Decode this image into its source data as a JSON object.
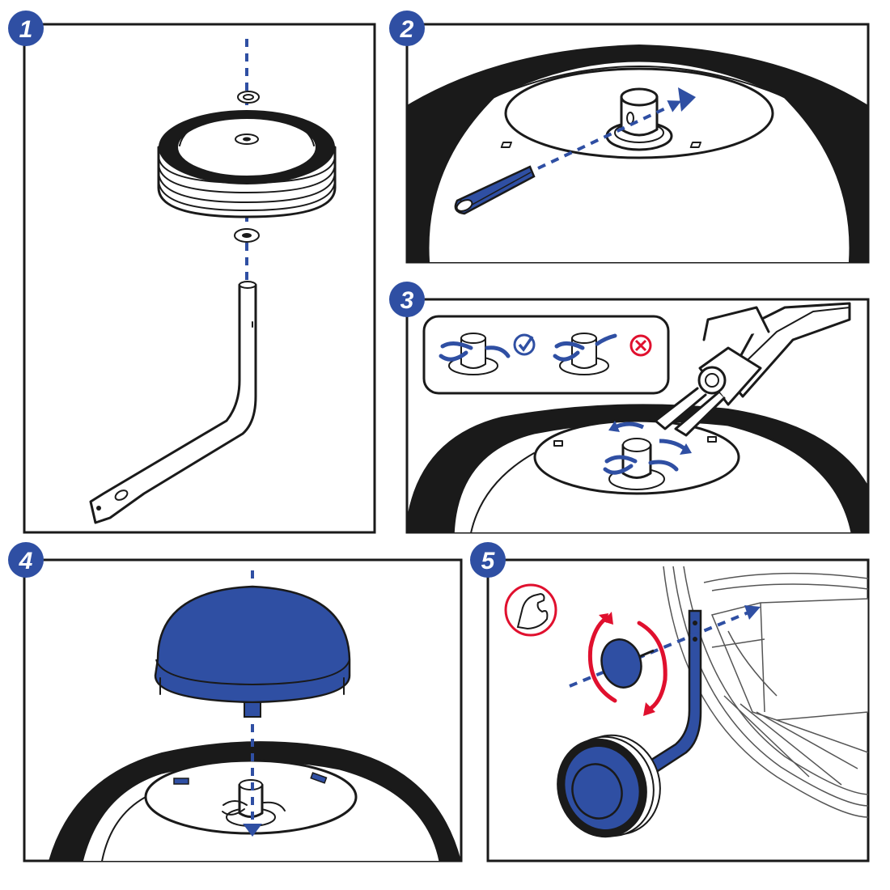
{
  "steps": [
    {
      "number": "1",
      "description_label": ""
    },
    {
      "number": "2",
      "description_label": ""
    },
    {
      "number": "3",
      "description_label": ""
    },
    {
      "number": "4",
      "description_label": ""
    },
    {
      "number": "5",
      "description_label": ""
    }
  ],
  "colors": {
    "accent_blue": "#2f4fa3",
    "warning_red": "#e0102e",
    "outline": "#1a1a1a"
  },
  "icons": {
    "step3_correct": "check-circle-icon",
    "step3_incorrect": "x-circle-icon",
    "step5_strength": "flexed-arm-icon",
    "step5_rotation": "rotate-arrows-icon",
    "step3_tool": "pliers-icon"
  }
}
